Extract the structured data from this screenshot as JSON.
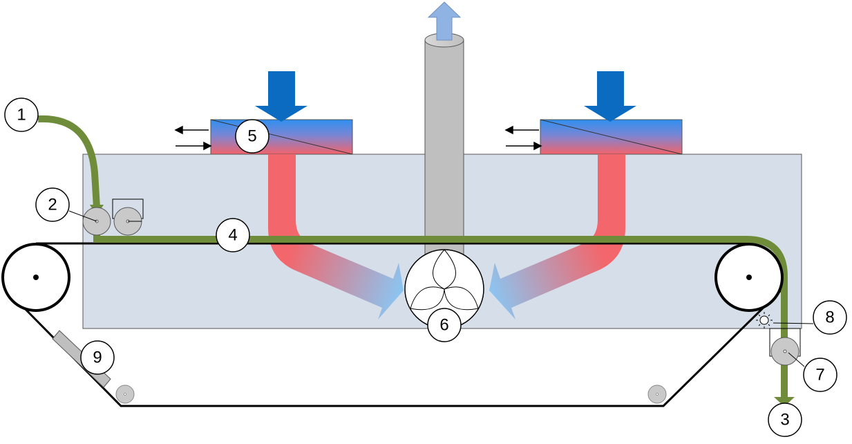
{
  "diagram": {
    "callouts": [
      {
        "id": "c1",
        "label": "1"
      },
      {
        "id": "c2",
        "label": "2"
      },
      {
        "id": "c3",
        "label": "3"
      },
      {
        "id": "c4",
        "label": "4"
      },
      {
        "id": "c5",
        "label": "5"
      },
      {
        "id": "c6",
        "label": "6"
      },
      {
        "id": "c7",
        "label": "7"
      },
      {
        "id": "c8",
        "label": "8"
      },
      {
        "id": "c9",
        "label": "9"
      }
    ],
    "colors": {
      "chamber_fill": "#d6dfe9",
      "belt_green": "#6e8c3a",
      "down_arrow_blue": "#0a6bc0",
      "exhaust_arrow_blue": "#8fb3e3",
      "hot_red": "#f3666b",
      "cool_blue": "#8cc4f0",
      "chimney_gray": "#bfbfbf",
      "roller_gray": "#c9c9c9"
    }
  }
}
